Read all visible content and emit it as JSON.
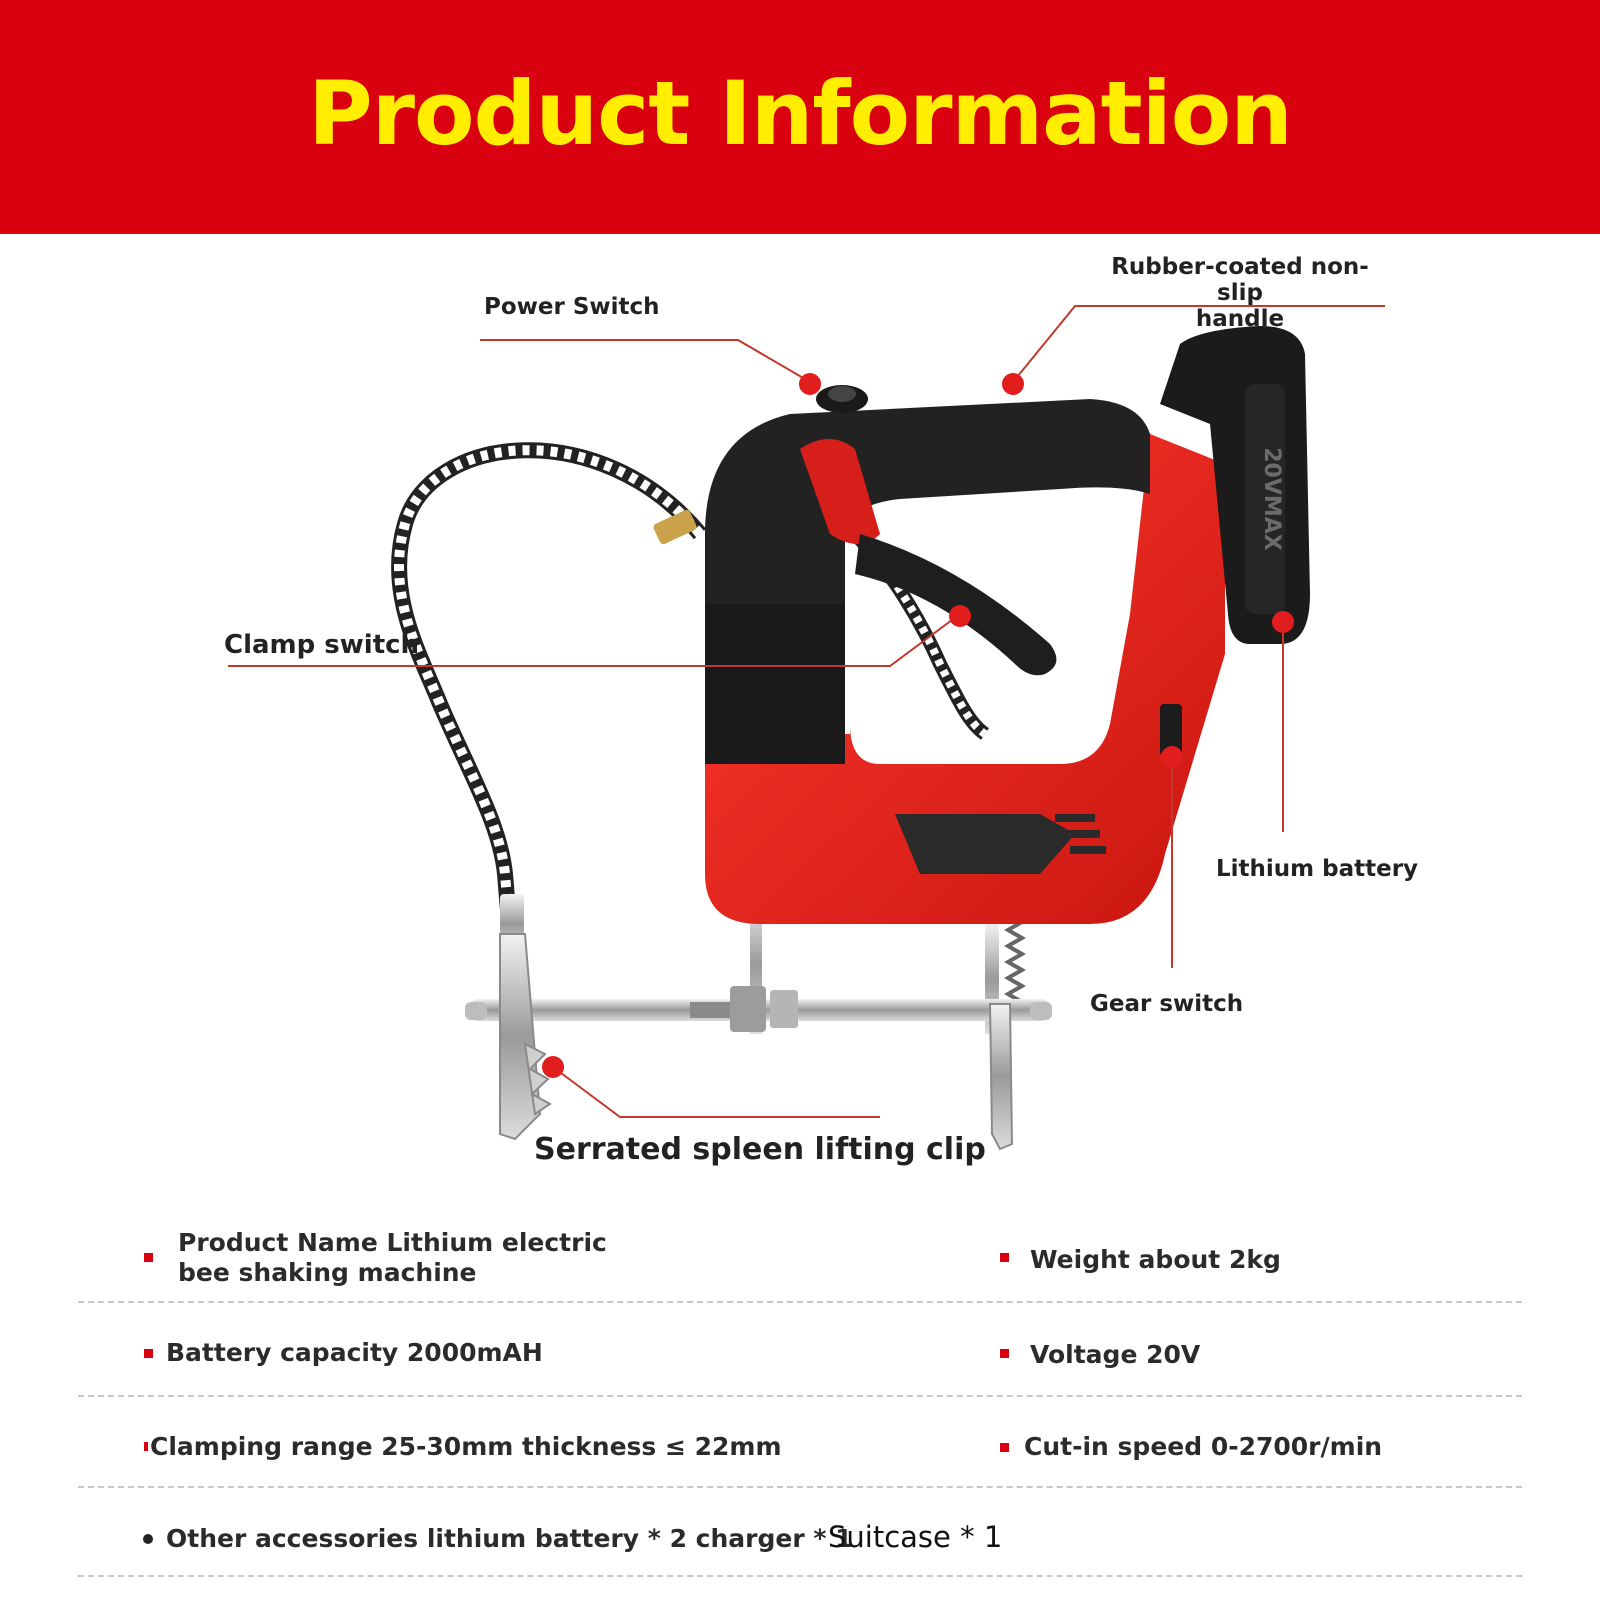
{
  "banner": {
    "title": "Product Information",
    "background": "#d9000f",
    "title_color": "#ffee00"
  },
  "callouts": {
    "power_switch": "Power Switch",
    "handle_line1": "Rubber-coated non-slip",
    "handle_line2": "handle",
    "clamp_switch": "Clamp switch",
    "lithium_battery": "Lithium battery",
    "gear_switch": "Gear switch",
    "serrated_clip": "Serrated spleen lifting clip"
  },
  "battery_label": "20VMAX",
  "specs": {
    "product_name_line1": "Product Name Lithium electric",
    "product_name_line2": "bee shaking machine",
    "weight": "Weight about 2kg",
    "battery_capacity": "Battery capacity 2000mAH",
    "voltage": "Voltage 20V",
    "clamping_range": "Clamping range 25-30mm thickness ≤ 22mm",
    "cut_in_speed": "Cut-in speed 0-2700r/min",
    "accessories": "Other accessories lithium battery * 2 charger * 1",
    "suitcase": "Suitcase * 1"
  },
  "accent_color": "#d9000f",
  "line_color": "#c0392b"
}
